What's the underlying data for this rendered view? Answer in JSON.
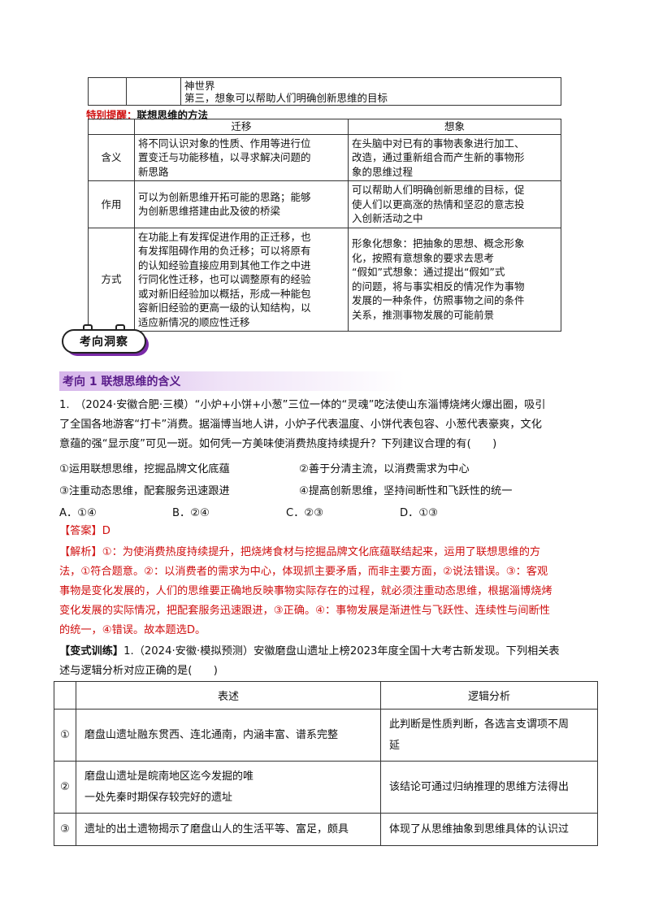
{
  "fragment_table": {
    "line1": "神世界",
    "line2": "第三，想象可以帮助人们明确创新思维的目标"
  },
  "tip": {
    "label": "特别提醒：",
    "title": "联想思维的方法"
  },
  "method_table": {
    "headers": [
      "迁移",
      "想象"
    ],
    "rows": [
      {
        "label": "含义",
        "col1": [
          "将不同认识对象的性质、作用等进行位",
          "置变迁与功能移植，以寻求解决问题的",
          "新思路"
        ],
        "col2": [
          "在头脑中对已有的事物表象进行加工、",
          "改造，通过重新组合而产生新的事物形",
          "象的思维过程"
        ]
      },
      {
        "label": "作用",
        "col1": [
          "可以为创新思维开拓可能的思路；能够",
          "为创新思维搭建由此及彼的桥梁"
        ],
        "col2": [
          "可以帮助人们明确创新思维的目标，促",
          "使人们以更高涨的热情和坚忍的意志投",
          "入创新活动之中"
        ]
      },
      {
        "label": "方式",
        "col1": [
          "在功能上有发挥促进作用的正迁移，也",
          "有发挥阻碍作用的负迁移；可以将原有",
          "的认知经验直接应用到其他工作之中进",
          "行同化性迁移，也可以调整原有的经验",
          "或对新旧经验加以概括，形成一种能包",
          "容新旧经验的更高一级的认知结构，以",
          "适应新情况的顺应性迁移"
        ],
        "col2": [
          "形象化想象：把抽象的思想、概念形象",
          "化，按照有意想象的要求去思考",
          "“假如”式想象：通过提出“假如”式",
          "的问题，将与事实相反的情况作为事物",
          "发展的一种条件，仿照事物之间的条件",
          "关系，推测事物发展的可能前景"
        ]
      }
    ]
  },
  "badge": "考向洞察",
  "heading": "考向 1  联想思维的含义",
  "question": {
    "lines": [
      "1.　（2024·安徽合肥·三模）“小炉+小饼+小葱”三位一体的“灵魂”吃法使山东淄博烧烤火爆出圈，吸引",
      "了全国各地游客“打卡”消费。据淄博当地人讲，小炉子代表温度、小饼代表包容、小葱代表豪爽，文化",
      "意蕴的强“显示度”可见一斑。如何凭一方美味使消费热度持续提升？下列建议合理的有(　　)"
    ],
    "items": [
      "①运用联想思维，挖掘品牌文化底蕴",
      "②善于分清主流，以消费需求为中心",
      "③注重动态思维，配套服务迅速跟进",
      "④提高创新思维，坚持间断性和飞跃性的统一"
    ],
    "choices": [
      "A．①④",
      "B．②④",
      "C．②③",
      "D．①③"
    ]
  },
  "answer": {
    "label": "【答案】",
    "value": "D"
  },
  "analysis": {
    "label": "【解析】",
    "lines": [
      "①：为使消费热度持续提升，把烧烤食材与挖掘品牌文化底蕴联结起来，运用了联想思维的方",
      "法，①符合题意。②：以消费者的需求为中心，体现抓主要矛盾，而非主要方面，②说法错误。③：客观",
      "事物是变化发展的，人们的思维要正确地反映事物实际存在的过程，就必须注重动态思维，根据淄博烧烤",
      "变化发展的实际情况，把配套服务迅速跟进，③正确。④：事物发展是渐进性与飞跃性、连续性与间断性",
      "的统一，④错误。故本题选D。"
    ]
  },
  "variant": {
    "label": "【变式训练】",
    "lines": [
      "1.（2024·安徽·模拟预测）安徽磨盘山遗址上榜2023年度全国十大考古新发现。下列相关表",
      "述与逻辑分析对应正确的是(　　)"
    ]
  },
  "bottom_table": {
    "headers": [
      "表述",
      "逻辑分析"
    ],
    "rows": [
      {
        "num": "①",
        "statement": [
          "磨盘山遗址融东贯西、连北通南，内涵丰富、谱系完整"
        ],
        "analysis": [
          "此判断是性质判断，各选言支谓项不周",
          "延"
        ]
      },
      {
        "num": "②",
        "statement": [
          "磨盘山遗址是皖南地区迄今发掘的唯",
          "一处先秦时期保存较完好的遗址"
        ],
        "analysis": [
          "该结论可通过归纳推理的思维方法得出"
        ]
      },
      {
        "num": "③",
        "statement": [
          "遗址的出土遗物揭示了磨盘山人的生活平等、富足，颇具"
        ],
        "analysis": [
          "体现了从思维抽象到思维具体的认识过"
        ]
      }
    ]
  }
}
